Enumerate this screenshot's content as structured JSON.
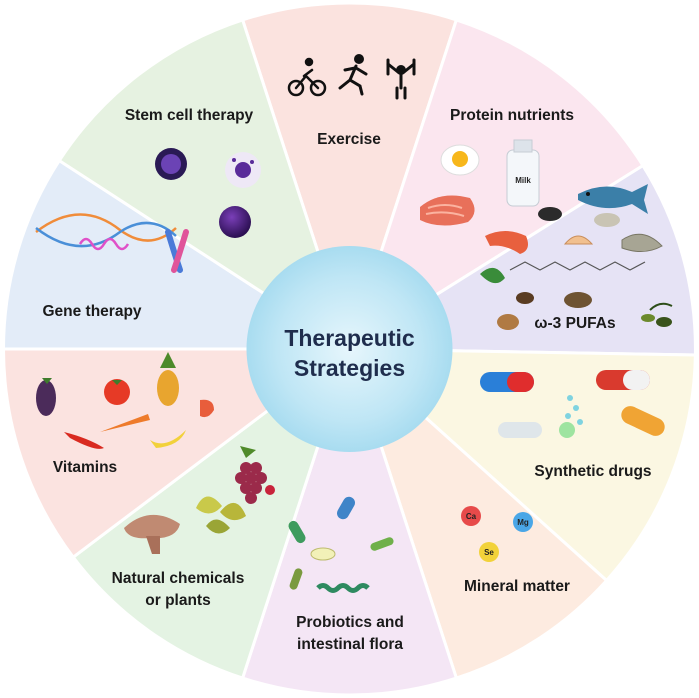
{
  "center": {
    "line1": "Therapeutic",
    "line2": "Strategies"
  },
  "segments": {
    "exercise": "Exercise",
    "protein": "Protein nutrients",
    "omega": "ω-3 PUFAs",
    "drugs": "Synthetic drugs",
    "mineral": "Mineral matter",
    "probiotics_1": "Probiotics and",
    "probiotics_2": "intestinal flora",
    "natural_1": "Natural chemicals",
    "natural_2": "or plants",
    "vitamins": "Vitamins",
    "gene": "Gene therapy",
    "stem": "Stem cell therapy"
  },
  "icon_labels": {
    "milk": "Milk",
    "calcium": "Ca",
    "magnesium": "Mg",
    "selenium": "Se"
  },
  "colors": {
    "exercise": "#fbe3df",
    "protein": "#fbe6ef",
    "omega": "#e6e3f5",
    "drugs": "#fbf7e2",
    "mineral": "#fdebe0",
    "probiotics": "#f4e6f5",
    "natural": "#e4f3e3",
    "vitamins": "#fbe3e0",
    "gene": "#e3ecf8",
    "stem": "#e6f2e1",
    "center": "#bfe6f5",
    "divider": "#ffffff"
  },
  "icons": [
    "bicycle-icon",
    "runner-icon",
    "gymnast-icon",
    "egg-icon",
    "milk-bottle-icon",
    "salmon-steak-icon",
    "fish-icon",
    "shrimp-icon",
    "shell-icon",
    "seeds-icon",
    "nuts-icon",
    "spinach-icon",
    "olive-icon",
    "pufa-molecule-icon",
    "capsule-icon",
    "pills-icon",
    "mineral-ion-icon",
    "bacteria-icon",
    "mushroom-icon",
    "leaf-icon",
    "grapes-icon",
    "eggplant-icon",
    "tomato-icon",
    "pineapple-icon",
    "carrot-icon",
    "pepper-icon",
    "banana-icon",
    "strawberry-icon",
    "dna-icon",
    "chromosome-icon",
    "cell-icon"
  ]
}
